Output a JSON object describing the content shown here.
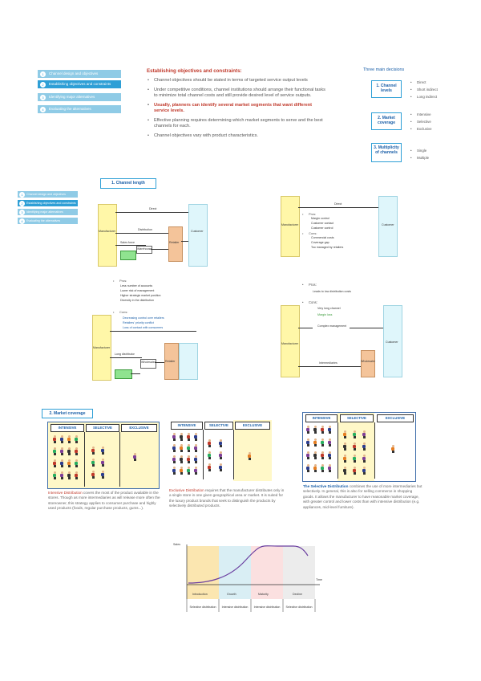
{
  "nav_top": [
    {
      "num": "1",
      "label": "Channel design and objectives",
      "active": false
    },
    {
      "num": "2",
      "label": "Establishing objectives and constraints",
      "active": true
    },
    {
      "num": "3",
      "label": "Identifying major alternatives",
      "active": false
    },
    {
      "num": "4",
      "label": "Evaluating the alternatives",
      "active": false
    }
  ],
  "nav_mid": [
    {
      "num": "1",
      "label": "Channel design and objectives",
      "active": false
    },
    {
      "num": "2",
      "label": "Establishing objectives and constraints",
      "active": true
    },
    {
      "num": "3",
      "label": "Identifying major alternatives",
      "active": false
    },
    {
      "num": "4",
      "label": "Evaluating the alternatives",
      "active": false
    }
  ],
  "objectives": {
    "heading": "Establishing objectives and constraints:",
    "bullets": [
      {
        "text": "Channel objectives should be stated in terms of targeted service output levels",
        "highlight": false
      },
      {
        "text": "Under competitive conditions, channel institutions should arrange their functional tasks to minimize total channel costs and still provide desired level of service outputs.",
        "highlight": false
      },
      {
        "text": "Usually, planners can identify several market segments that want different service levels.",
        "highlight": true
      },
      {
        "text": "Effective planning requires determining which market segments to serve and the best channels for each.",
        "highlight": false
      },
      {
        "text": "Channel objectives vary with product characteristics.",
        "highlight": false
      }
    ]
  },
  "decisions": {
    "heading": "Three main decisions",
    "items": [
      {
        "label": "1. Channel levels",
        "options": [
          "Direct",
          "Short indirect",
          "Long indirect"
        ]
      },
      {
        "label": "2. Market coverage",
        "options": [
          "Intensive",
          "Selective",
          "Exclusive"
        ]
      },
      {
        "label": "3. Multiplicity of channels",
        "options": [
          "Single",
          "Multiple"
        ]
      }
    ]
  },
  "channel_length": {
    "title": "1. Channel length",
    "d1": {
      "top": "Direct",
      "mid": "Distribution",
      "left": "Manufacturer",
      "right": "Customer",
      "store": "Retailer",
      "wh": "Warehouse",
      "sales": "Sales force"
    },
    "d2": {
      "top": "Direct",
      "left": "Manufacturer",
      "right": "Customer",
      "pros_label": "Pros:",
      "pros": [
        "Margin control",
        "Customer contact",
        "Customer control"
      ],
      "cons_label": "Cons:",
      "cons": [
        "Commercial costs",
        "Coverage gap",
        "Too managed by retailers"
      ]
    },
    "d3": {
      "pros_label": "Pros:",
      "pros": [
        "Less number of accounts",
        "Lower risk of management",
        "Higher strategic market position",
        "Diversity in the distribution"
      ],
      "cons_label": "Cons:",
      "cons": [
        "Decreasing control over retailers",
        "Retailers' priority conflict",
        "Loss of contact with consumers"
      ],
      "left": "Manufacturer",
      "sales": "Long distributor",
      "wh": "Wholesaler",
      "store": "Retailer"
    },
    "d4": {
      "pros_label": "Pros:",
      "pros": [
        "Leads to low distribution costs"
      ],
      "cons_label": "Cons:",
      "cons": [
        "Very long channel",
        "Margin loss",
        "Complex management"
      ],
      "left": "Manufacturer",
      "mid": "Wholesaler",
      "right": "Customer",
      "bottom": "Intermediaries"
    }
  },
  "market_coverage": {
    "title": "2. Market coverage",
    "headers": [
      "INTENSIVE",
      "SELECTIVE",
      "EXCLUSIVE"
    ],
    "captions": [
      {
        "lead": "Intensive Distribution",
        "text": " covers the most of the product available in the stores. Though as more intermediaries as will release more often the storeowner, this strategy applies to consumer purchase and highly used products (foods, regular purchase products, gums...)."
      },
      {
        "lead": "Exclusive Distribution",
        "text": " requires that the manufacturer distributes only in a single store in one given geographical area or market. It is suited for the luxury product brands that seek to distinguish the products by selectively distributed products."
      },
      {
        "lead": "The Selective Distribution",
        "text": " combines the use of more intermediaries but selectively. In general, this is also for selling commerce in shopping goods. It allows the manufacturer to have reasonable market coverage, with greater control and lower costs than with intensive distribution (e.g. appliances, mid-level furniture)."
      }
    ]
  },
  "lifecycle": {
    "ylabel": "Sales",
    "xlabel": "Time",
    "stages": [
      "Introduction",
      "Growth",
      "Maturity",
      "Decline"
    ],
    "strategies": [
      "Selective distribution",
      "Intensive distribution",
      "Intensive distribution",
      "Selective distribution"
    ],
    "stage_colors": [
      "#fbe6b0",
      "#d9eef4",
      "#fbe0e0",
      "#ececec"
    ]
  }
}
